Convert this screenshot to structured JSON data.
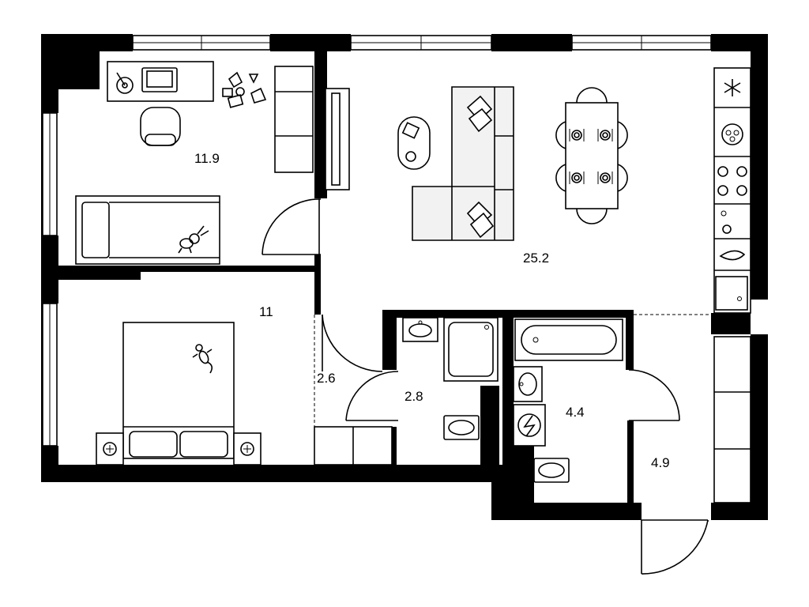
{
  "rooms": [
    {
      "id": "bedroom-1",
      "area": "11.9"
    },
    {
      "id": "living-kitchen",
      "area": "25.2"
    },
    {
      "id": "bedroom-2",
      "area": "11"
    },
    {
      "id": "corridor",
      "area": "2.6"
    },
    {
      "id": "bathroom-1",
      "area": "2.8"
    },
    {
      "id": "bathroom-2",
      "area": "4.4"
    },
    {
      "id": "hall",
      "area": "4.9"
    }
  ],
  "colors": {
    "walls": "#000000",
    "background": "#ffffff",
    "furniture_fill": "#f2f2f2"
  }
}
